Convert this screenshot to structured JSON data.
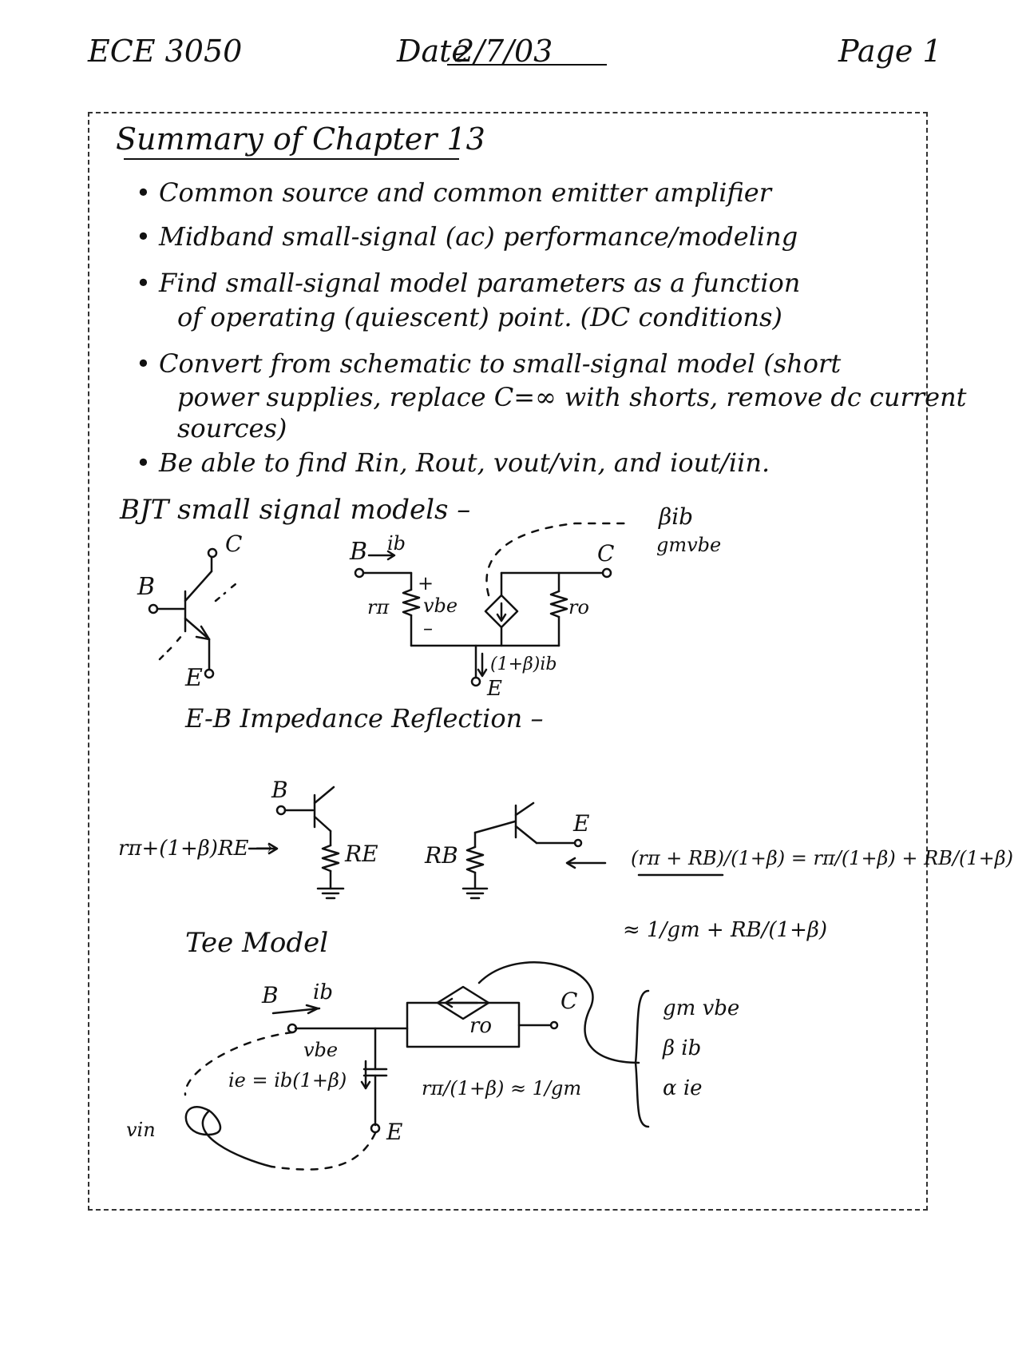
{
  "header": {
    "course": "ECE 3050",
    "date_label": "Date",
    "date_value": "2/7/03",
    "page_label": "Page 1"
  },
  "summary": {
    "title": "Summary of Chapter 13",
    "bullets": [
      "• Common source and common emitter amplifier",
      "• Midband small-signal (ac) performance/modeling",
      "• Find small-signal model parameters as a function",
      "of operating (quiescent) point. (DC conditions)",
      "• Convert from schematic to small-signal model (short",
      "power supplies, replace C=∞ with shorts, remove dc current",
      "sources)",
      "• Be able to find Rin, Rout, vout/vin, and iout/iin."
    ]
  },
  "bjt_section": {
    "title": "BJT small signal models –",
    "labels": {
      "b": "B",
      "c": "C",
      "e": "E",
      "ib": "ib",
      "rpi": "rπ",
      "vbe": "vbe",
      "plus": "+",
      "minus": "–",
      "ro": "ro",
      "bib": "βib",
      "gmvbe": "gmvbe",
      "emitter_current": "(1+β)ib"
    }
  },
  "eb_section": {
    "title": "E-B Impedance Reflection –",
    "labels": {
      "b": "B",
      "e": "E",
      "re": "RE",
      "rb": "RB",
      "rin": "rπ+(1+β)RE →",
      "eq1": "(rπ + RB)/(1+β) = rπ/(1+β) + RB/(1+β)",
      "eq2": "≈ 1/gm + RB/(1+β)"
    }
  },
  "tee_section": {
    "title": "Tee Model",
    "labels": {
      "b": "B",
      "c": "C",
      "e": "E",
      "ib": "ib",
      "vbe": "vbe",
      "ie": "ie = ib(1+β)",
      "ro": "ro",
      "vin": "vin",
      "req": "rπ/(1+β) ≈ 1/gm",
      "source_options": [
        "gm vbe",
        "β ib",
        "α ie"
      ]
    }
  }
}
